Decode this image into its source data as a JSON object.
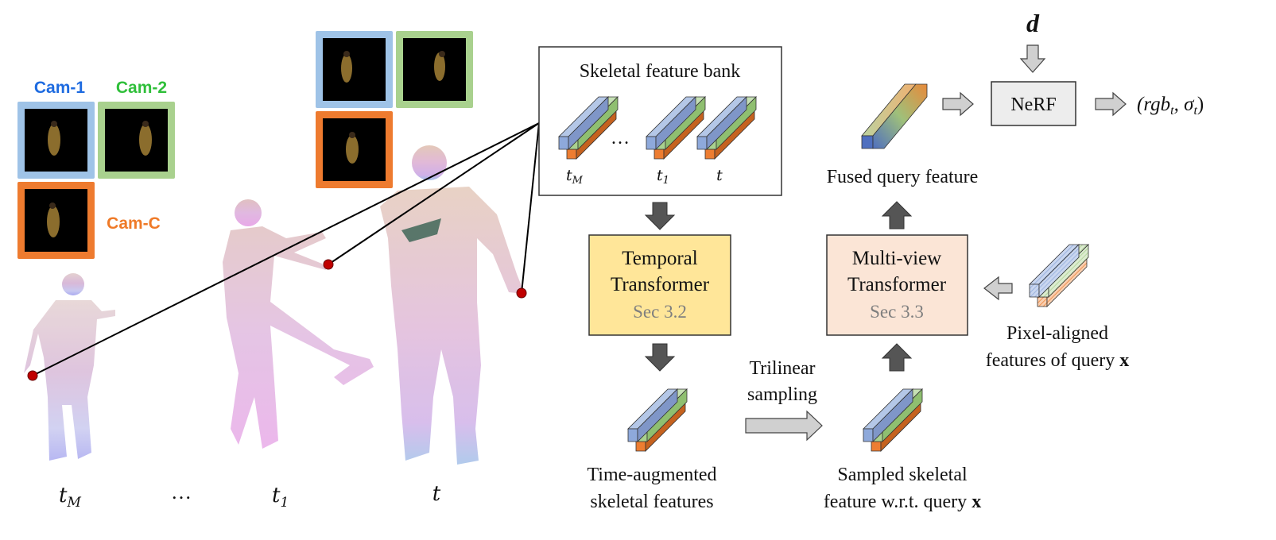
{
  "colors": {
    "cam1": "#4a90d9",
    "cam2": "#7cc86a",
    "camc": "#ee7b2f",
    "cam1_label": "#1e6be0",
    "cam2_label": "#2fbf3a",
    "camc_label": "#ef7a28",
    "feat_blue": "#8ea9db",
    "feat_green": "#a9d18e",
    "feat_orange": "#ed7d31",
    "temporal_box": "#ffe699",
    "multiview_box": "#fbe5d6",
    "nerf_box": "#ededed",
    "dark_arrow": "#555555",
    "light_arrow": "#d0d0d0",
    "point_red": "#c00000"
  },
  "cameras": {
    "cam1": "Cam-1",
    "cam2": "Cam-2",
    "camc": "Cam-C"
  },
  "timeline": {
    "t_m": "t",
    "t_m_sub": "M",
    "dots": "…",
    "t_1": "t",
    "t_1_sub": "1",
    "t": "t"
  },
  "feature_bank": {
    "title": "Skeletal feature bank",
    "labels": {
      "t_m": "t",
      "t_m_sub": "M",
      "dots": "…",
      "t_1": "t",
      "t_1_sub": "1",
      "t": "t"
    }
  },
  "temporal": {
    "line1": "Temporal",
    "line2": "Transformer",
    "sec": "Sec 3.2"
  },
  "time_augmented": {
    "line1": "Time-augmented",
    "line2": "skeletal features"
  },
  "trilinear": {
    "line1": "Trilinear",
    "line2": "sampling"
  },
  "sampled": {
    "line1": "Sampled skeletal",
    "line2": "feature w.r.t. query ",
    "bold": "x"
  },
  "multiview": {
    "line1": "Multi-view",
    "line2": "Transformer",
    "sec": "Sec 3.3"
  },
  "pixel_aligned": {
    "line1": "Pixel-aligned",
    "line2": "features of query ",
    "bold": "x"
  },
  "fused": {
    "label": "Fused query feature"
  },
  "nerf": {
    "label": "NeRF",
    "input": "d"
  },
  "output": {
    "text": "(rgb",
    "sub1": "t",
    "mid": ", σ",
    "sub2": "t",
    "close": ")"
  }
}
